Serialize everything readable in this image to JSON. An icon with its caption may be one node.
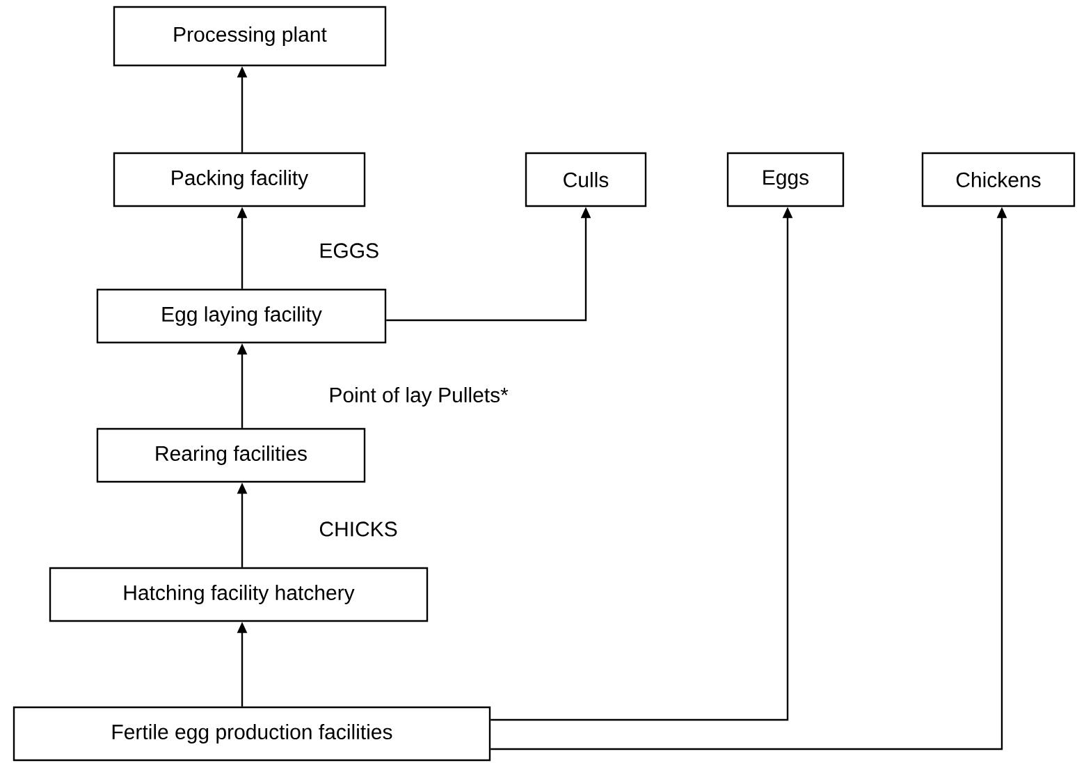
{
  "diagram": {
    "nodes": [
      {
        "text": [
          "Processing plant"
        ]
      },
      {
        "text": [
          "Packing facility"
        ]
      },
      {
        "text": [
          "Culls"
        ]
      },
      {
        "text": [
          "Eggs"
        ]
      },
      {
        "text": [
          "Chickens"
        ]
      },
      {
        "text": [
          "Egg laying facility"
        ]
      },
      {
        "text": [
          "Rearing facilities"
        ]
      },
      {
        "text": [
          "Hatching facility hatchery"
        ]
      },
      {
        "text": [
          "Fertile egg production facilities"
        ]
      }
    ],
    "edges": [
      {
        "from": 1,
        "to": 0,
        "arrow": "to"
      },
      {
        "from": 5,
        "to": 1,
        "arrow": "to"
      },
      {
        "from": 5,
        "to": 2,
        "arrow": "to"
      },
      {
        "from": 6,
        "to": 5,
        "arrow": "to"
      },
      {
        "from": 7,
        "to": 6,
        "arrow": "to"
      },
      {
        "from": 8,
        "to": 7,
        "arrow": "to"
      },
      {
        "from": 8,
        "to": 3,
        "arrow": "to"
      },
      {
        "from": 8,
        "to": 4,
        "arrow": "to"
      }
    ],
    "labels": [
      "EGGS",
      "Point of lay Pullets*",
      "CHICKS"
    ]
  }
}
